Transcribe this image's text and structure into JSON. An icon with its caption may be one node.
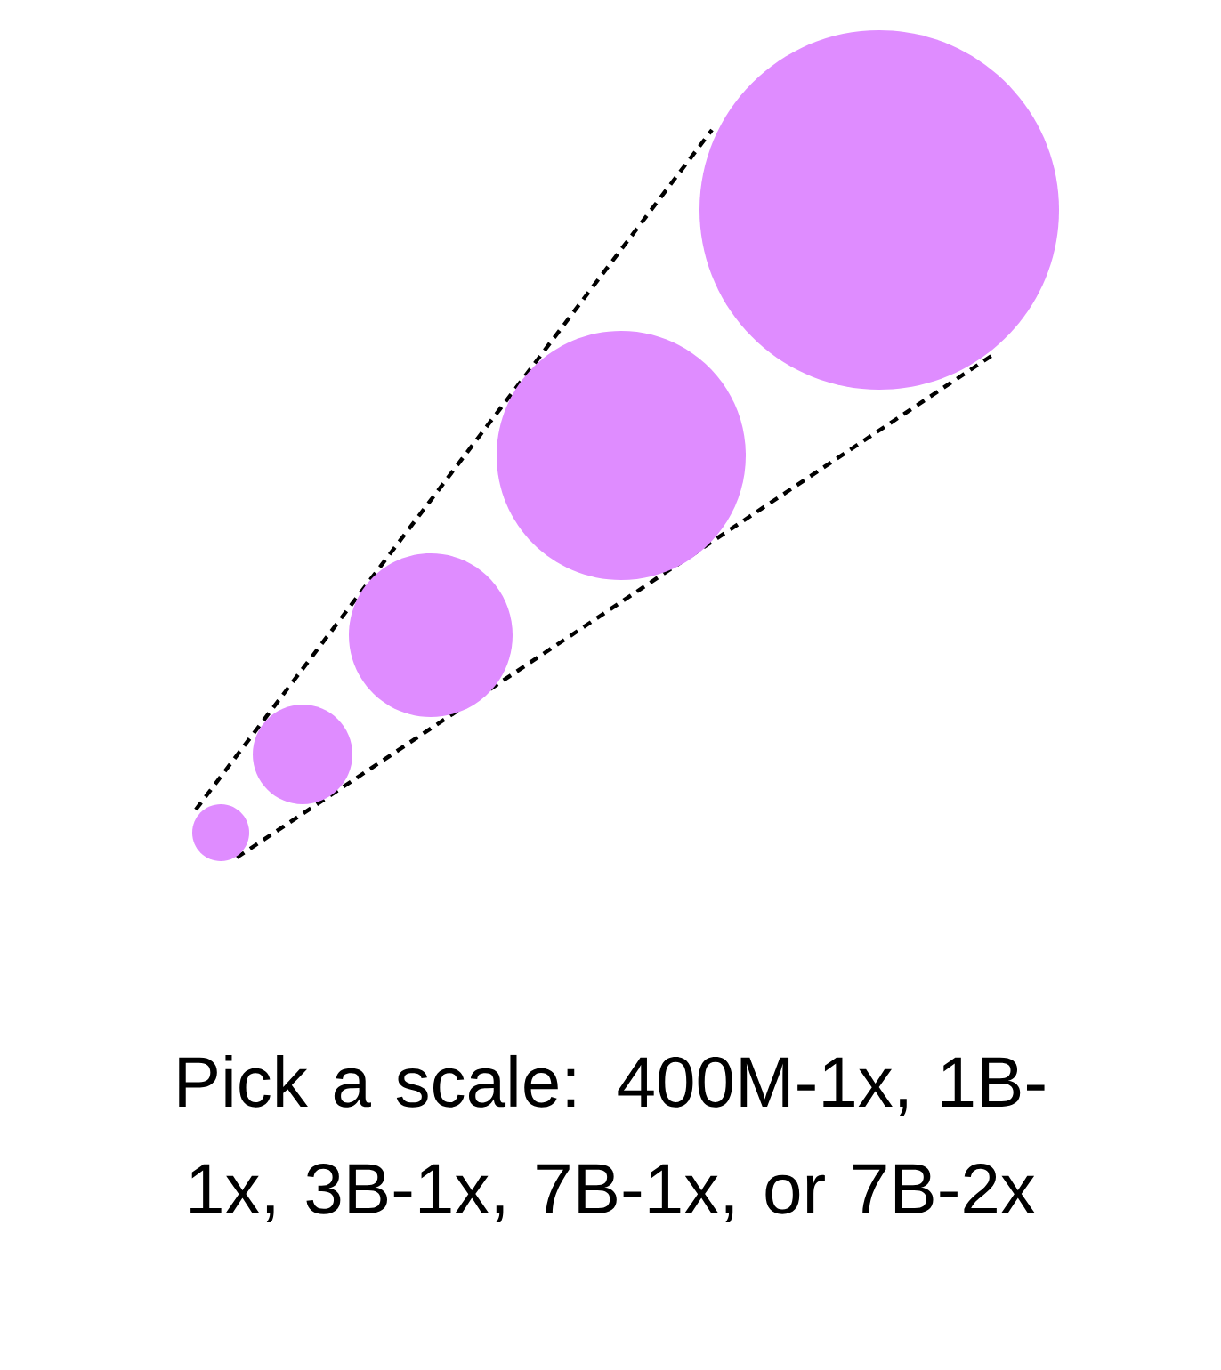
{
  "diagram": {
    "caption": "Pick a scale: 400M-1x, 1B-1x, 3B-1x, 7B-1x, or 7B-2x",
    "nodes": [
      {
        "text": [],
        "shape": "circle"
      },
      {
        "text": [],
        "shape": "circle"
      },
      {
        "text": [],
        "shape": "circle"
      },
      {
        "text": [],
        "shape": "circle"
      },
      {
        "text": [],
        "shape": "circle"
      }
    ]
  }
}
